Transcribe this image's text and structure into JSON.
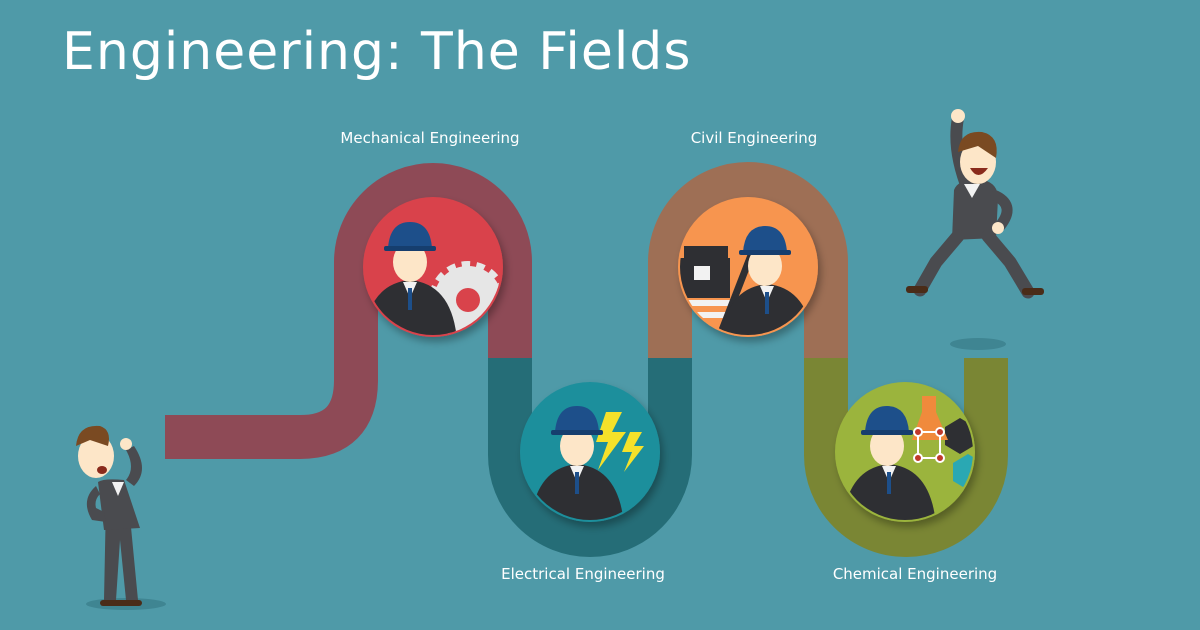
{
  "title": "Engineering: The Fields",
  "fields": [
    {
      "label": "Mechanical Engineering",
      "icon": "gear-icon",
      "color": "#d9434b"
    },
    {
      "label": "Electrical Engineering",
      "icon": "lightning-icon",
      "color": "#1f8f9c"
    },
    {
      "label": "Civil Engineering",
      "icon": "crane-icon",
      "color": "#f7954f"
    },
    {
      "label": "Chemical Engineering",
      "icon": "molecule-icon",
      "color": "#9bb43c"
    }
  ],
  "colors": {
    "background": "#4f9aa8",
    "path_mechanical": "#8e4a56",
    "path_electrical": "#256d77",
    "path_civil": "#9e6f55",
    "path_chemical": "#7a8634"
  }
}
